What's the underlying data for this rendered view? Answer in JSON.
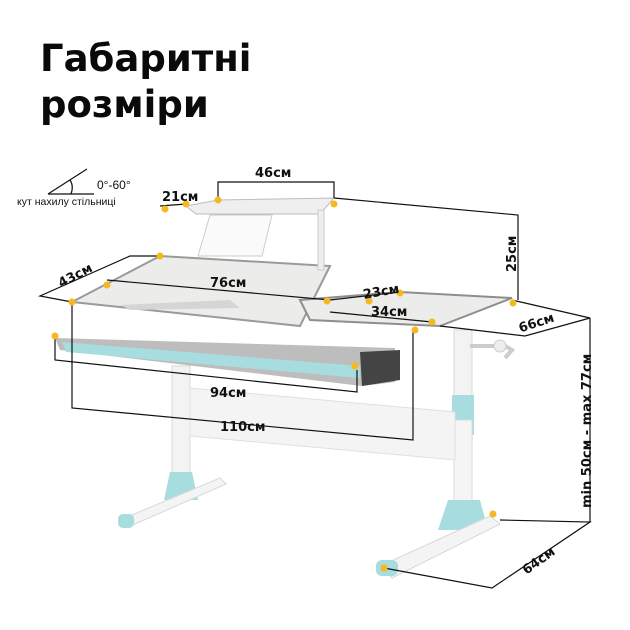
{
  "title": {
    "line1": "Габаритні",
    "line2": "розміри"
  },
  "tilt": {
    "range": "0°-60°",
    "caption": "кут нахилу стільниці"
  },
  "dimensions": {
    "shelf_depth": "21см",
    "shelf_width": "46см",
    "shelf_height": "25см",
    "main_top_depth": "43см",
    "main_top_width": "76см",
    "side_top_depth": "23см",
    "side_top_width": "34см",
    "desk_depth": "66см",
    "drawer_width": "94см",
    "desk_width": "110см",
    "height_range": "min 50см - max 77см",
    "base_depth": "64см"
  },
  "colors": {
    "marker": "#F5B820",
    "accent_teal": "#A8DDE0",
    "desk_top": "#EEEEEA",
    "frame": "#F2F2F2",
    "edge_gray": "#9A9A9A",
    "line": "#111111"
  }
}
